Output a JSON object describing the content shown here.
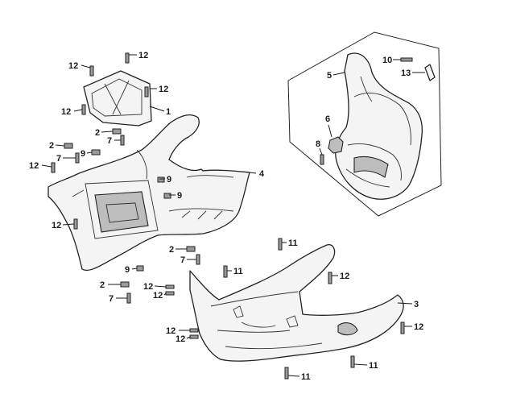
{
  "diagram": {
    "callouts": [
      {
        "id": "c1",
        "text": "12"
      },
      {
        "id": "c2",
        "text": "12"
      },
      {
        "id": "c3",
        "text": "12"
      },
      {
        "id": "c4",
        "text": "12"
      },
      {
        "id": "c5",
        "text": "1"
      },
      {
        "id": "c6",
        "text": "2"
      },
      {
        "id": "c7",
        "text": "7"
      },
      {
        "id": "c8",
        "text": "2"
      },
      {
        "id": "c9",
        "text": "7"
      },
      {
        "id": "c10",
        "text": "9"
      },
      {
        "id": "c11",
        "text": "12"
      },
      {
        "id": "c12",
        "text": "9"
      },
      {
        "id": "c13",
        "text": "9"
      },
      {
        "id": "c14",
        "text": "4"
      },
      {
        "id": "c15",
        "text": "12"
      },
      {
        "id": "c16",
        "text": "2"
      },
      {
        "id": "c17",
        "text": "7"
      },
      {
        "id": "c18",
        "text": "9"
      },
      {
        "id": "c19",
        "text": "2"
      },
      {
        "id": "c20",
        "text": "7"
      },
      {
        "id": "c21",
        "text": "12"
      },
      {
        "id": "c22",
        "text": "12"
      },
      {
        "id": "c23",
        "text": "11"
      },
      {
        "id": "c24",
        "text": "11"
      },
      {
        "id": "c25",
        "text": "12"
      },
      {
        "id": "c26",
        "text": "3"
      },
      {
        "id": "c27",
        "text": "12"
      },
      {
        "id": "c28",
        "text": "12"
      },
      {
        "id": "c29",
        "text": "12"
      },
      {
        "id": "c30",
        "text": "11"
      },
      {
        "id": "c31",
        "text": "11"
      },
      {
        "id": "c32",
        "text": "10"
      },
      {
        "id": "c33",
        "text": "5"
      },
      {
        "id": "c34",
        "text": "13"
      },
      {
        "id": "c35",
        "text": "6"
      },
      {
        "id": "c36",
        "text": "8"
      }
    ]
  }
}
